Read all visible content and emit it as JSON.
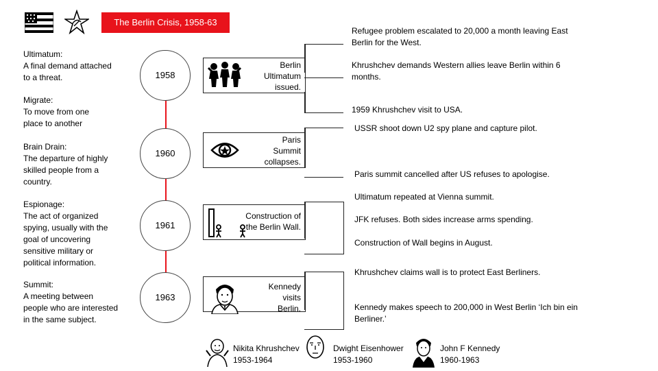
{
  "header": {
    "title": "The Berlin Crisis, 1958-63",
    "flag_icon": "us-flag-icon",
    "star_icon": "soviet-star-icon"
  },
  "glossary": [
    {
      "term": "Ultimatum:",
      "definition": "A final demand attached to a threat."
    },
    {
      "term": "Migrate:",
      "definition": "To move from one place to another"
    },
    {
      "term": "Brain Drain:",
      "definition": "The departure of highly skilled people from a country."
    },
    {
      "term": "Espionage:",
      "definition": "The act of organized spying, usually with the goal of uncovering sensitive military or political information."
    },
    {
      "term": "Summit:",
      "definition": "A meeting between people who are interested in the same subject."
    }
  ],
  "years": [
    "1958",
    "1960",
    "1961",
    "1963"
  ],
  "events": [
    {
      "label": "Berlin Ultimatum issued.",
      "icon": "crowd-icon"
    },
    {
      "label": "Paris Summit collapses.",
      "icon": "eye-icon"
    },
    {
      "label": "Construction of the Berlin Wall.",
      "icon": "wall-icon"
    },
    {
      "label": "Kennedy visits Berlin.",
      "icon": "kennedy-portrait-icon"
    }
  ],
  "notes": [
    "Refugee problem escalated to 20,000 a month leaving East Berlin for the West.",
    "Khrushchev demands Western allies leave Berlin within 6 months.",
    "1959 Khrushchev visit to USA.",
    "USSR shoot down U2 spy plane and capture pilot.",
    "Paris summit cancelled after US refuses to apologise.",
    "Ultimatum repeated at Vienna summit.",
    "JFK refuses. Both sides increase arms spending.",
    "Construction of Wall begins in August.",
    "Khrushchev claims wall is to protect East Berliners.",
    "Kennedy makes speech to 200,000 in West Berlin ‘Ich bin ein Berliner.’"
  ],
  "leaders": [
    {
      "name": "Nikita Khrushchev",
      "years": "1953-1964",
      "icon": "khrushchev-portrait-icon"
    },
    {
      "name": "Dwight Eisenhower",
      "years": "1953-1960",
      "icon": "eisenhower-portrait-icon"
    },
    {
      "name": "John F Kennedy",
      "years": "1960-1963",
      "icon": "jfk-portrait-icon"
    }
  ],
  "colors": {
    "accent": "#e8131b",
    "line": "#222222"
  }
}
